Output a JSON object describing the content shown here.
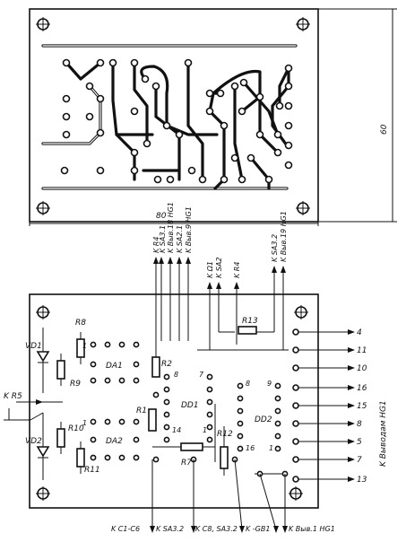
{
  "top_view": {
    "width_dim": "80",
    "height_dim": "60"
  },
  "bottom_view": {
    "top_leads": [
      "K R4",
      "K SA3.1",
      "K Выв.18 HG1",
      "K SA2.1",
      "K Выв.9 HG1",
      "K Ω1",
      "K SA2",
      "K R4",
      "K SA3.2",
      "K Выв.19 HG1"
    ],
    "bottom_leads": [
      "K C1-C6",
      "K SA3.2",
      "K C8, SA3.2",
      "K -GB1",
      "K Выв.1 HG1"
    ],
    "left_lead": "K R5",
    "right_group_label": "K Выводам HG1",
    "right_pins": [
      "4",
      "11",
      "10",
      "16",
      "15",
      "8",
      "5",
      "7",
      "13"
    ],
    "components": {
      "r8": "R8",
      "r9": "R9",
      "r10": "R10",
      "r11": "R11",
      "r2": "R2",
      "r1": "R1",
      "r7": "R7",
      "r12": "R12",
      "r13": "R13",
      "vd1": "VD1",
      "vd2": "VD2",
      "da1": "DA1",
      "da2": "DA2",
      "dd1": "DD1",
      "dd2": "DD2"
    },
    "pin_numbers": {
      "da1_pin1": "1",
      "da2_pin1": "1",
      "dd1_pin8": "8",
      "dd1_pin7": "7",
      "dd1_pin14": "14",
      "dd1_pin1": "1",
      "dd2_pin8": "8",
      "dd2_pin9": "9",
      "dd2_pin16": "16",
      "dd2_pin1": "1"
    }
  }
}
